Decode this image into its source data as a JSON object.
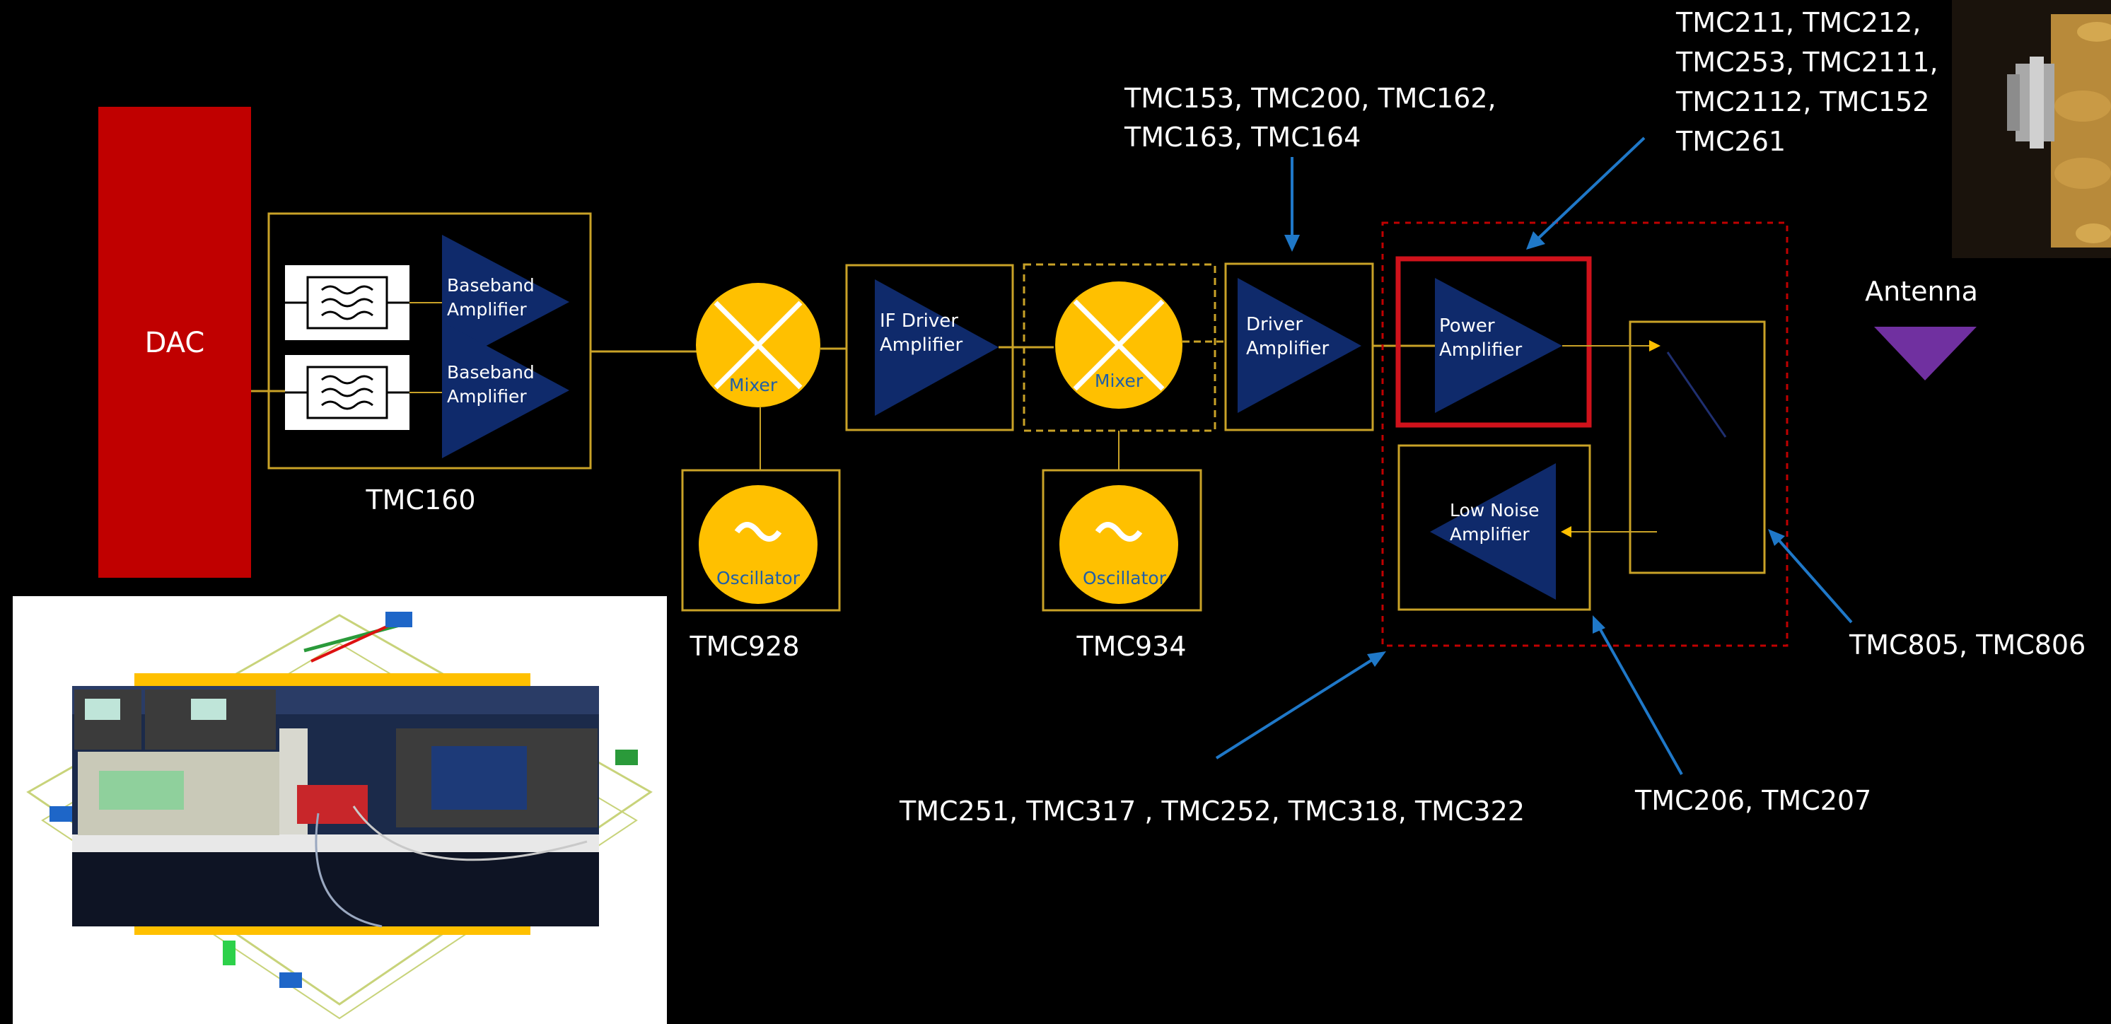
{
  "colors": {
    "background": "#000000",
    "dac_red": "#c00000",
    "block_border": "#c9a227",
    "triangle_fill": "#0f2a6b",
    "circle_fill": "#ffc000",
    "circle_text": "#1f5fa8",
    "arrow_blue": "#1f78c8",
    "pa_highlight": "#d0121b",
    "dashed_red": "#c00000",
    "antenna": "#7030a0",
    "text_white": "#ffffff"
  },
  "labels": {
    "dac": "DAC",
    "baseband_top": [
      "Baseband",
      "Amplifier"
    ],
    "baseband_bottom": [
      "Baseband",
      "Amplifier"
    ],
    "tmc160": "TMC160",
    "mixer1": "Mixer",
    "oscillator1": "Oscillator",
    "tmc928": "TMC928",
    "if_driver": [
      "IF Driver",
      "Amplifier"
    ],
    "mixer2": "Mixer",
    "oscillator2": "Oscillator",
    "tmc934": "TMC934",
    "driver": [
      "Driver",
      "Amplifier"
    ],
    "power": [
      "Power",
      "Amplifier"
    ],
    "lna": [
      "Low Noise",
      "Amplifier"
    ],
    "antenna": "Antenna",
    "driver_parts": [
      "TMC153, TMC200, TMC162,",
      "TMC163, TMC164"
    ],
    "pa_parts": [
      "TMC211, TMC212,",
      "TMC253, TMC2111,",
      "TMC2112, TMC152",
      "TMC261"
    ],
    "switch_parts": "TMC805, TMC806",
    "lna_parts": "TMC206, TMC207",
    "frontend_parts": "TMC251, TMC317 , TMC252, TMC318, TMC322"
  },
  "icons": {
    "filter": "lowpass-filter-icon",
    "mixer": "mixer-x-icon",
    "oscillator": "sine-wave-icon",
    "antenna": "antenna-triangle-icon"
  }
}
